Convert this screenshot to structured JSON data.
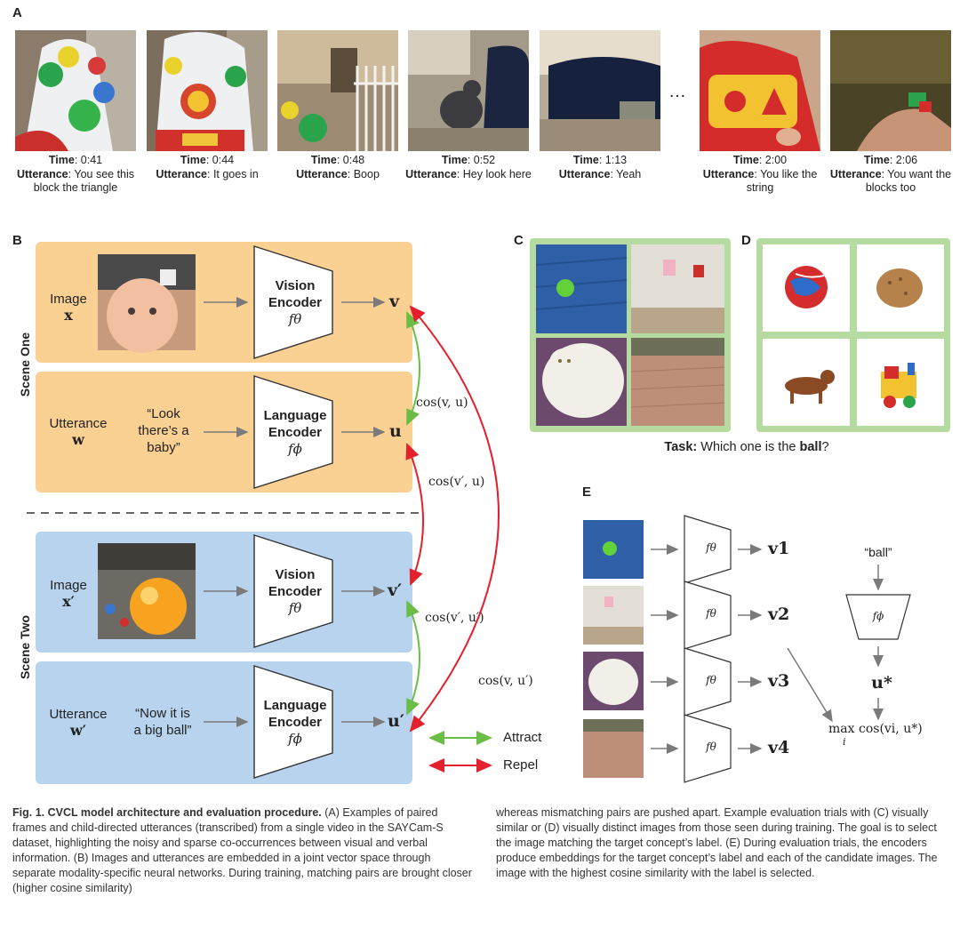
{
  "panel_labels": {
    "a": "A",
    "b": "B",
    "c": "C",
    "d": "D",
    "e": "E"
  },
  "panel_a": {
    "time_label": "Time",
    "utterance_label": "Utterance",
    "frames": [
      {
        "time": "0:41",
        "utterance": "You see this block the triangle"
      },
      {
        "time": "0:44",
        "utterance": "It goes in"
      },
      {
        "time": "0:48",
        "utterance": "Boop"
      },
      {
        "time": "0:52",
        "utterance": "Hey look here"
      },
      {
        "time": "1:13",
        "utterance": "Yeah"
      },
      {
        "time": "2:00",
        "utterance": "You like the string"
      },
      {
        "time": "2:06",
        "utterance": "You want the blocks too"
      }
    ],
    "ellipsis": "…"
  },
  "panel_b": {
    "scene_one": "Scene One",
    "scene_two": "Scene Two",
    "image_label": "Image",
    "utterance_label": "Utterance",
    "x": "x",
    "x_prime": "x′",
    "w": "w",
    "w_prime": "w′",
    "vision_encoder": [
      "Vision",
      "Encoder"
    ],
    "language_encoder": [
      "Language",
      "Encoder"
    ],
    "f_theta": "fθ",
    "f_phi": "fϕ",
    "v": "v",
    "u": "u",
    "v_prime": "v′",
    "u_prime": "u′",
    "utterance_one": [
      "“Look",
      "there’s a",
      "baby”"
    ],
    "utterance_two": [
      "“Now it is",
      "a big ball”"
    ],
    "cos_v_u": "cos(v, u)",
    "cos_vp_u": "cos(v′, u)",
    "cos_vp_up": "cos(v′, u′)",
    "cos_v_up": "cos(v, u′)",
    "attract": "Attract",
    "repel": "Repel"
  },
  "task": {
    "prefix": "Task:",
    "text": "Which one is the",
    "target": "ball",
    "suffix": "?"
  },
  "panel_e": {
    "ball_label": "“ball”",
    "v1": "v1",
    "v2": "v2",
    "v3": "v3",
    "v4": "v4",
    "f_theta": "fθ",
    "f_phi": "fϕ",
    "u_star": "u*",
    "max_label": "max",
    "max_sub": "i",
    "max_expr": "cos(vi, u*)"
  },
  "caption": {
    "fig": "Fig. 1. CVCL model architecture and evaluation procedure.",
    "left": "(A) Examples of paired frames and child-directed utterances (transcribed) from a single video in the SAYCam-S dataset, highlighting the noisy and sparse co-occurrences between visual and verbal information. (B) Images and utterances are embedded in a joint vector space through separate modality-specific neural networks. During training, matching pairs are brought closer (higher cosine similarity)",
    "right": "whereas mismatching pairs are pushed apart. Example evaluation trials with (C) visually similar or (D) visually distinct images from those seen during training. The goal is to select the image matching the target concept’s label. (E) During evaluation trials, the encoders produce embeddings for the target concept’s label and each of the candidate images. The image with the highest cosine similarity with the label is selected."
  },
  "colors": {
    "orange_panel": "#fbd193",
    "blue_panel": "#b7d3ee",
    "green_frame": "#b6dba1",
    "attract_green": "#6abe45",
    "repel_red": "#e3202c",
    "arrow_gray": "#7a7a7a"
  }
}
